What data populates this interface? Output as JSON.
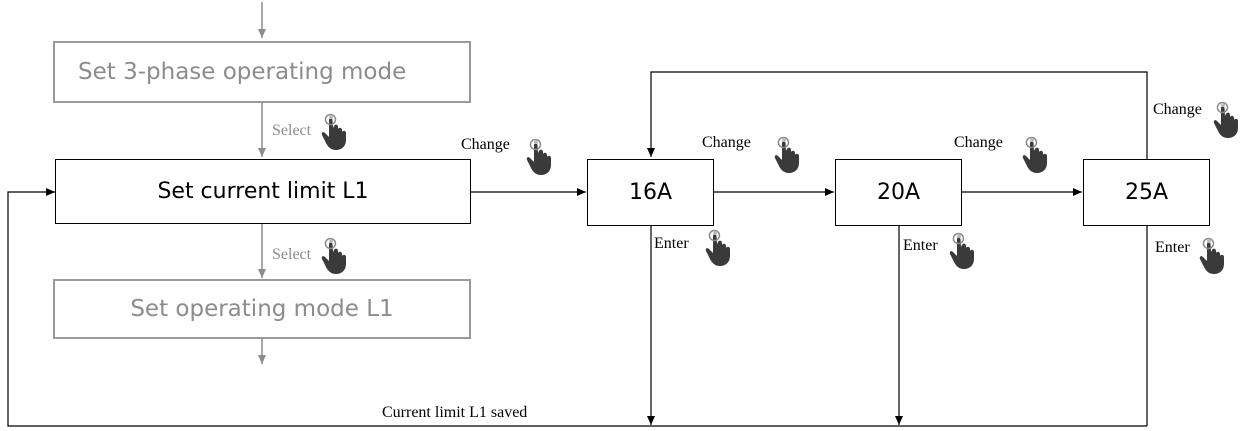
{
  "boxes": {
    "three_phase_mode": "Set 3-phase operating mode",
    "current_limit": "Set current limit L1",
    "operating_mode_l1": "Set operating mode L1",
    "opt_16a": "16A",
    "opt_20a": "20A",
    "opt_25a": "25A"
  },
  "labels": {
    "select": "Select",
    "change": "Change",
    "enter": "Enter",
    "saved": "Current limit L1 saved"
  },
  "icons": {
    "gesture": "touch-hand-icon"
  },
  "colors": {
    "primary_line": "#000000",
    "inactive_line": "#8c8c8c",
    "hand": "#3a3a3a"
  }
}
